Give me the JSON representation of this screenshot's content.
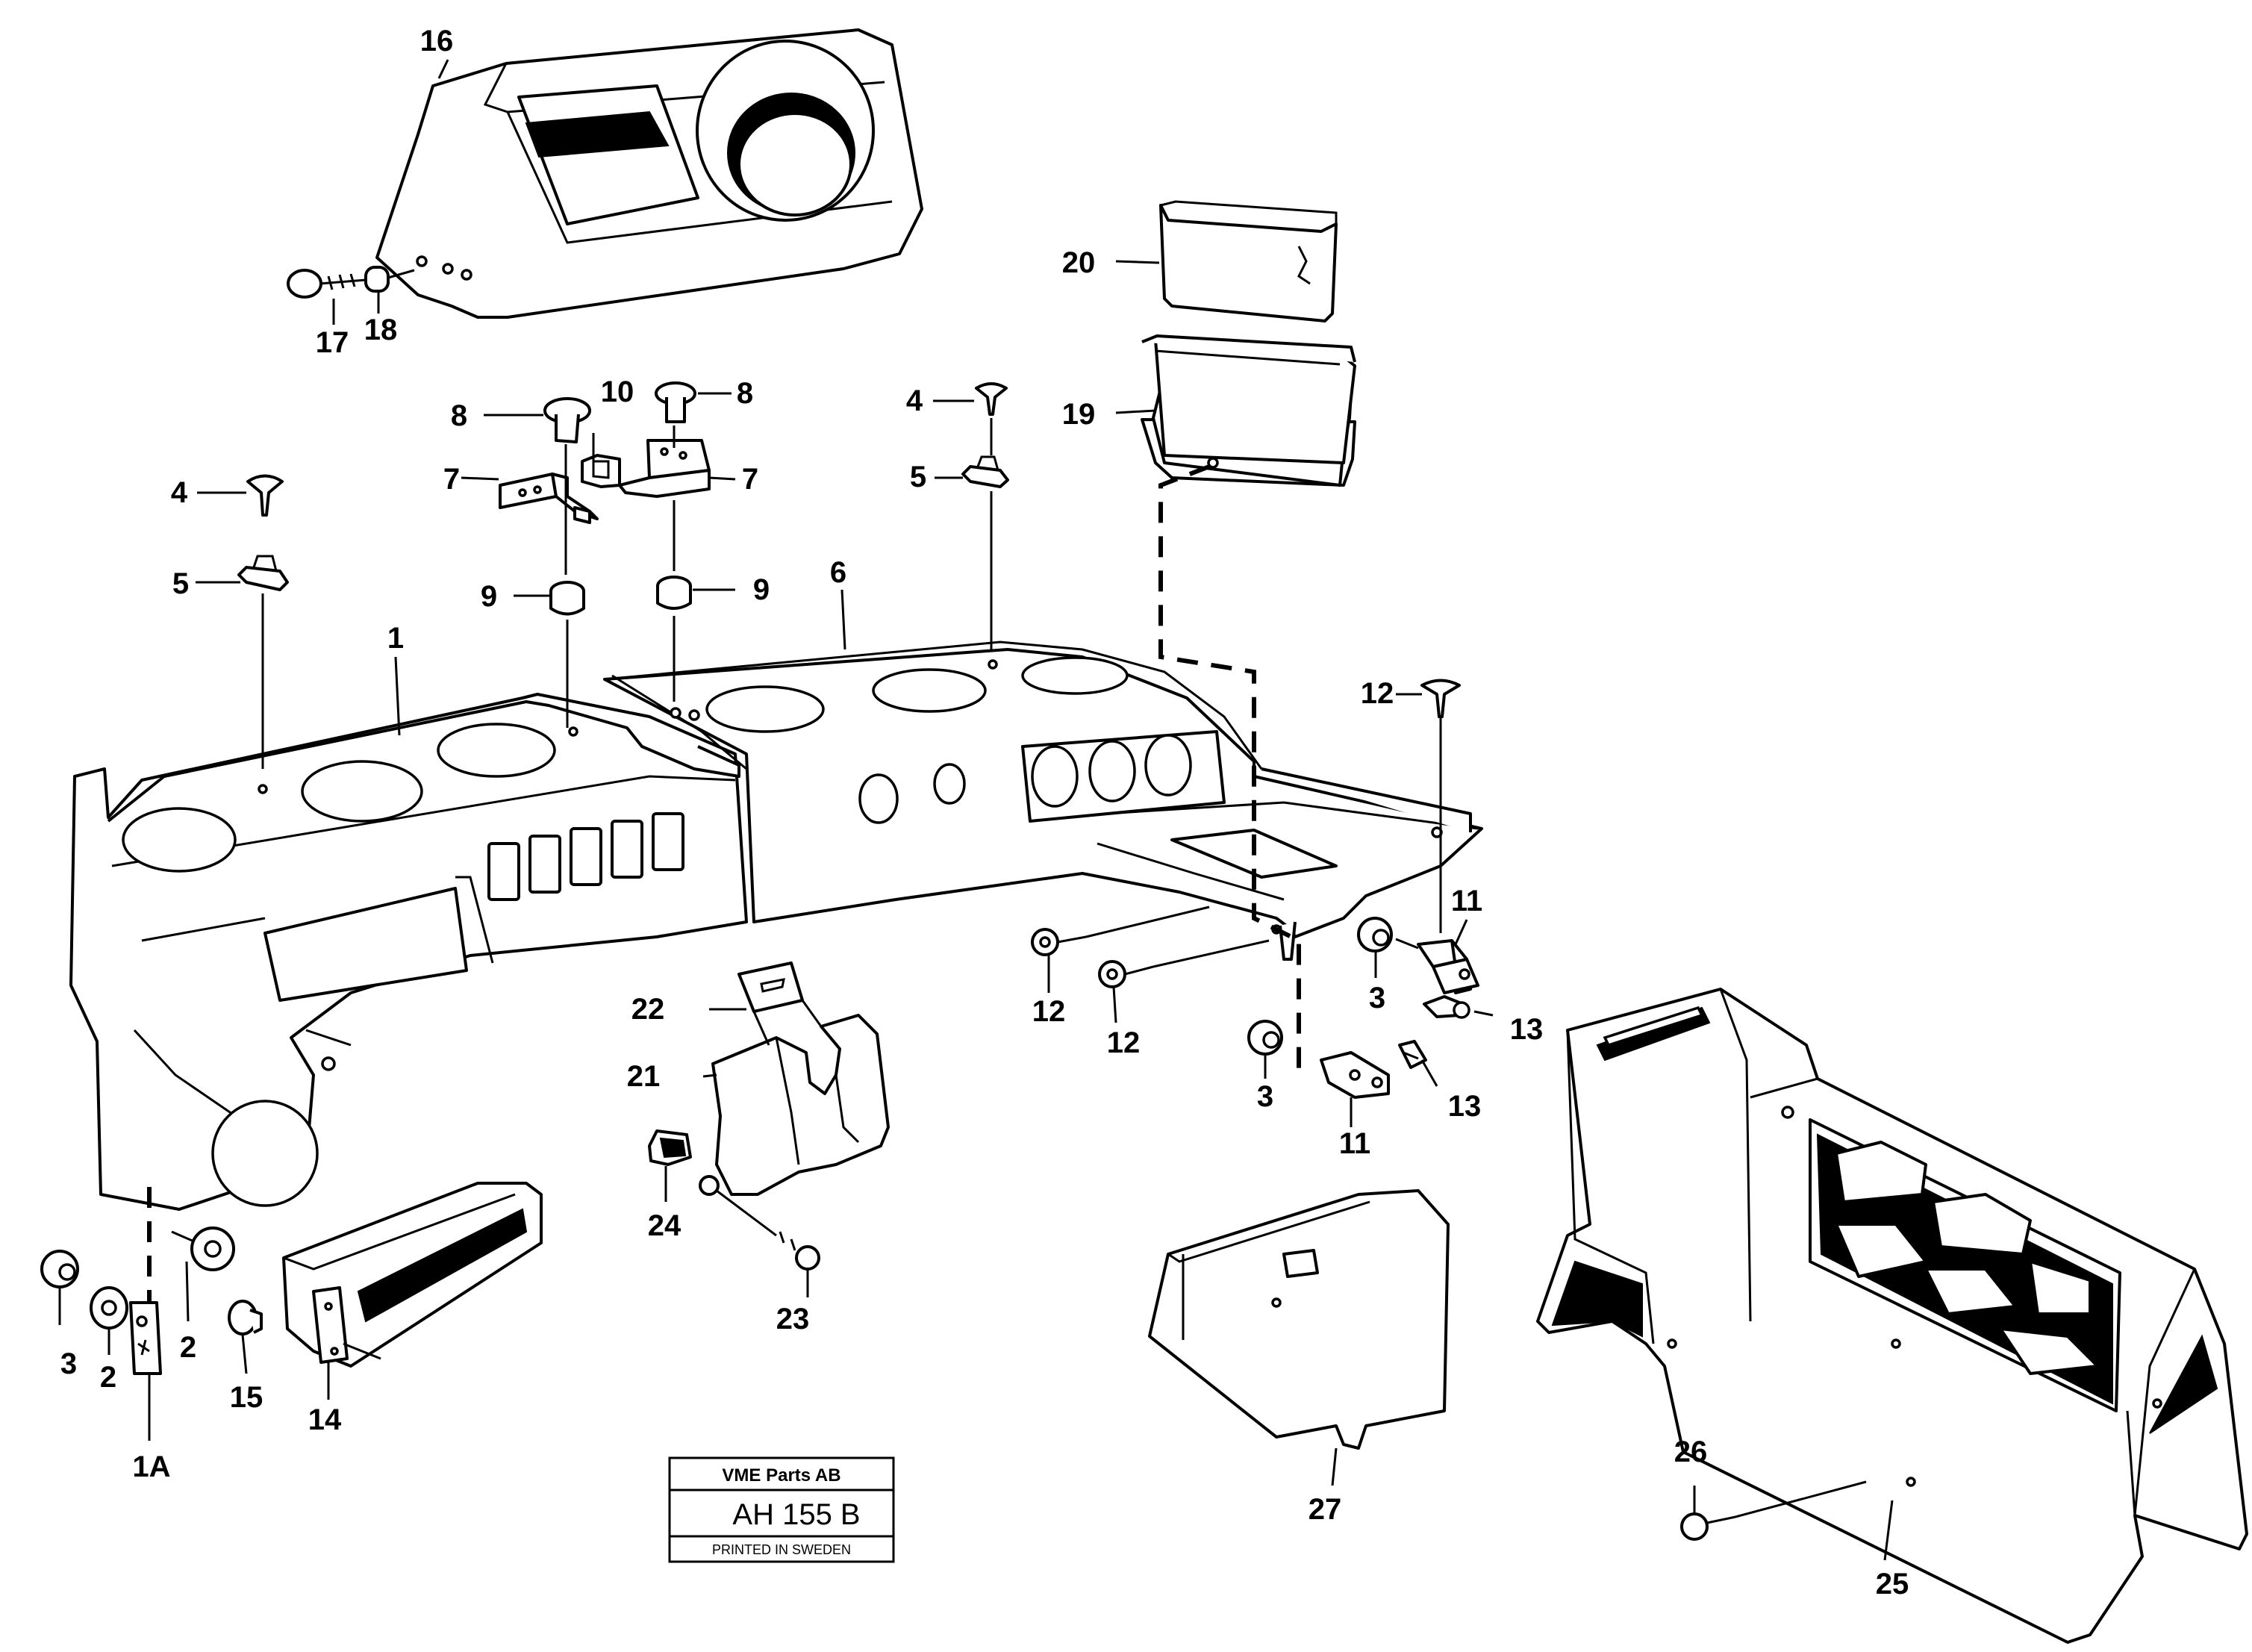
{
  "callouts": [
    {
      "id": "c16",
      "text": "16"
    },
    {
      "id": "c17",
      "text": "17"
    },
    {
      "id": "c18",
      "text": "18"
    },
    {
      "id": "c20",
      "text": "20"
    },
    {
      "id": "c19",
      "text": "19"
    },
    {
      "id": "c8a",
      "text": "8"
    },
    {
      "id": "c8b",
      "text": "8"
    },
    {
      "id": "c10",
      "text": "10"
    },
    {
      "id": "c7a",
      "text": "7"
    },
    {
      "id": "c7b",
      "text": "7"
    },
    {
      "id": "c4a",
      "text": "4"
    },
    {
      "id": "c4b",
      "text": "4"
    },
    {
      "id": "c5a",
      "text": "5"
    },
    {
      "id": "c5b",
      "text": "5"
    },
    {
      "id": "c9a",
      "text": "9"
    },
    {
      "id": "c9b",
      "text": "9"
    },
    {
      "id": "c6",
      "text": "6"
    },
    {
      "id": "c1",
      "text": "1"
    },
    {
      "id": "c12a",
      "text": "12"
    },
    {
      "id": "c12b",
      "text": "12"
    },
    {
      "id": "c12c",
      "text": "12"
    },
    {
      "id": "c11a",
      "text": "11"
    },
    {
      "id": "c11b",
      "text": "11"
    },
    {
      "id": "c3a",
      "text": "3"
    },
    {
      "id": "c3b",
      "text": "3"
    },
    {
      "id": "c3c",
      "text": "3"
    },
    {
      "id": "c13a",
      "text": "13"
    },
    {
      "id": "c13b",
      "text": "13"
    },
    {
      "id": "c22",
      "text": "22"
    },
    {
      "id": "c21",
      "text": "21"
    },
    {
      "id": "c24",
      "text": "24"
    },
    {
      "id": "c23",
      "text": "23"
    },
    {
      "id": "c2a",
      "text": "2"
    },
    {
      "id": "c2b",
      "text": "2"
    },
    {
      "id": "c15",
      "text": "15"
    },
    {
      "id": "c14",
      "text": "14"
    },
    {
      "id": "c1A",
      "text": "1A"
    },
    {
      "id": "c27",
      "text": "27"
    },
    {
      "id": "c26",
      "text": "26"
    },
    {
      "id": "c25",
      "text": "25"
    }
  ],
  "stamp": {
    "company": "VME Parts AB",
    "code": "AH 155  B",
    "printed": "PRINTED IN SWEDEN"
  }
}
